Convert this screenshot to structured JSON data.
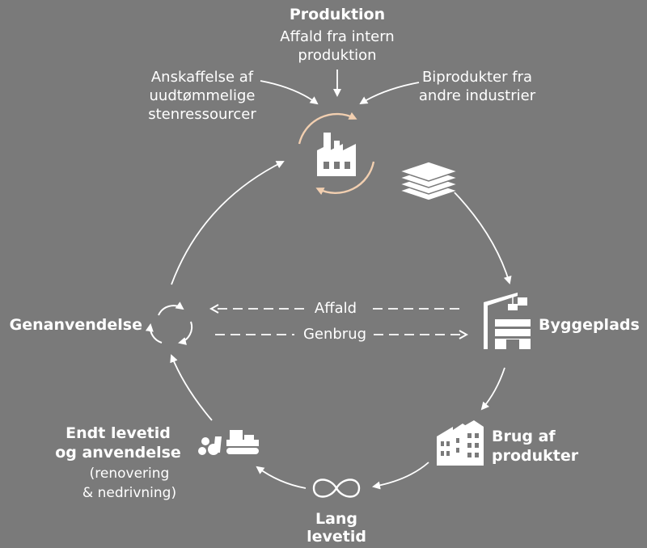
{
  "accent_color": "#f2cfb0",
  "background_color": "#7a7a7a",
  "foreground_color": "#ffffff",
  "production": {
    "title": "Produktion",
    "subtitle_line1": "Affald fra intern",
    "subtitle_line2": "produktion",
    "icon": "factory-icon"
  },
  "inputs": {
    "left_line1": "Anskaffelse af",
    "left_line2": "uudtømmelige",
    "left_line3": "stenressourcer",
    "right_line1": "Biprodukter fra",
    "right_line2": "andre industrier"
  },
  "stages": {
    "construction_site": "Byggeplads",
    "product_use_line1": "Brug af",
    "product_use_line2": "produkter",
    "long_life_line1": "Lang",
    "long_life_line2": "levetid",
    "end_of_life_line1": "Endt levetid",
    "end_of_life_line2": "og anvendelse",
    "end_of_life_line3": "(renovering",
    "end_of_life_line4": "& nedrivning)",
    "recycling": "Genanvendelse"
  },
  "flows": {
    "waste": "Affald",
    "recycle": "Genbrug"
  },
  "icons": [
    "factory-icon",
    "slab-stack-icon",
    "construction-crane-icon",
    "buildings-icon",
    "infinity-icon",
    "demolition-bulldozer-icon",
    "recycle-arrows-icon"
  ]
}
